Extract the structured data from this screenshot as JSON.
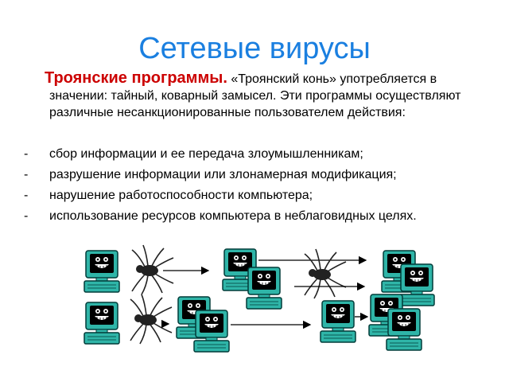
{
  "slide": {
    "title": "Сетевые вирусы",
    "lead": "Троянские программы.",
    "intro_text": "«Троянский конь» употребляется в значении: тайный, коварный замысел. Эти программы осуществляют  различные несанкционированные пользователем действия:",
    "bullets": [
      "сбор информации и ее передача злоумышленникам;",
      "разрушение информации или злонамерная модификация;",
      "нарушение работоспособности компьютера;",
      "использование ресурсов компьютера в неблаговидных целях."
    ],
    "bullet_marker": "-"
  },
  "illustration": {
    "colors": {
      "computer_body": "#2fb5a8",
      "computer_outline": "#003b38",
      "screen": "#000000",
      "arrow": "#000000",
      "spider": "#222222"
    },
    "icons": [
      "computer-icon",
      "spider-icon",
      "arrow-icon"
    ]
  }
}
